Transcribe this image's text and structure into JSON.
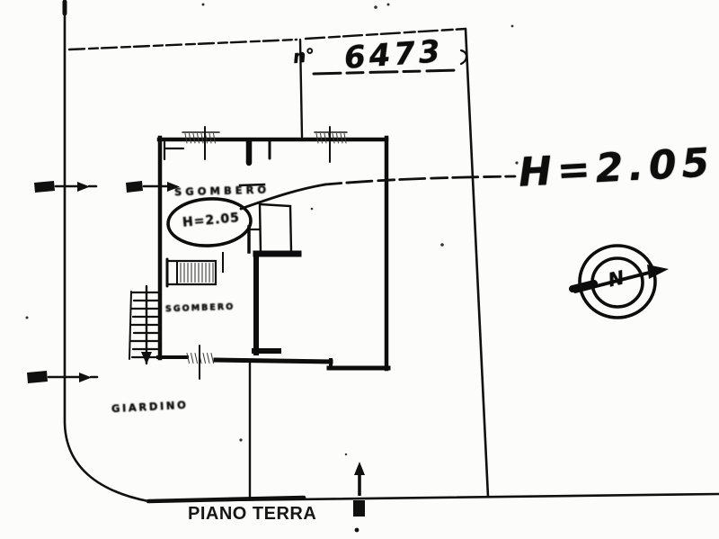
{
  "plan": {
    "parcel": {
      "prefix": "n°",
      "number": "6473"
    },
    "height_annotation": "H=2.05",
    "oval_annotation": "H=2.05",
    "rooms": [
      {
        "label": "SGOMBERO"
      },
      {
        "label": "SGOMBERO"
      }
    ],
    "garden_label": "GIARDINO",
    "caption": "PIANO TERRA",
    "compass": {
      "letter": "N"
    },
    "colors": {
      "ink": "#101010",
      "paper": "#fcfcfb"
    }
  }
}
